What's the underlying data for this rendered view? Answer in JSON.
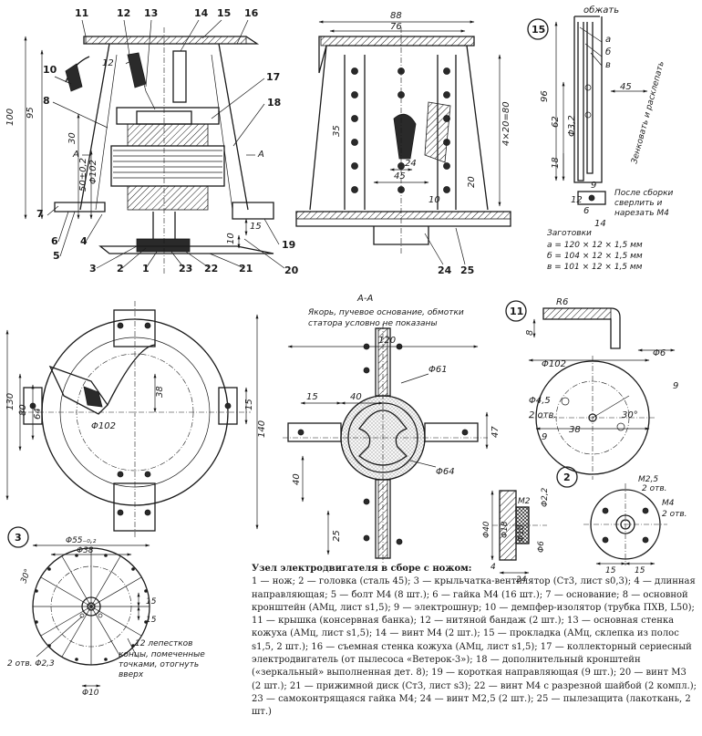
{
  "legend": {
    "title": "Узел электродвигателя в сборе с ножом:",
    "body": "1 — нож; 2 — головка (сталь 45); 3 — крыльчатка-вентилятор (Ст3, лист s0,3); 4 — длинная направляющая; 5 — болт М4 (8 шт.); 6 — гайка М4 (16 шт.); 7 — основание; 8 — основной кронштейн (АМц, лист s1,5); 9 — электрошнур; 10 — демпфер-изолятор (трубка ПХВ, L50); 11 — крышка (консервная банка); 12 — нитяной бандаж (2 шт.); 13 — основная стенка кожуха (АМц, лист s1,5); 14 — винт М4 (2 шт.); 15 — прокладка (АМц, склепка из полос s1,5, 2 шт.); 16 — съемная стенка кожуха (АМц, лист s1,5); 17 — коллекторный сериесный электродвигатель (от пылесоса «Ветерок-3»); 18 — дополнительный кронштейн («зеркальный» выполненная дет. 8); 19 — короткая направляющая (9 шт.); 20 — винт М3 (2 шт.); 21 — прижимной диск (Ст3, лист s3); 22 — винт М4 с разрезной шайбой (2 компл.); 23 — самоконтрящаяся гайка М4; 24 — винт М2,5 (2 шт.); 25 — пылезащита (лакоткань, 2 шт.)"
  },
  "main_view": {
    "callouts": [
      "11",
      "12",
      "13",
      "14",
      "15",
      "16",
      "17",
      "18",
      "10",
      "8",
      "7",
      "6",
      "5",
      "4",
      "3",
      "2",
      "1",
      "23",
      "22",
      "21",
      "20",
      "19"
    ],
    "dims": [
      "100",
      "95",
      "30",
      "50",
      "Φ102",
      "12",
      "15",
      "10"
    ],
    "section_mark": "A"
  },
  "side_view": {
    "callouts": [
      "24",
      "25"
    ],
    "dims": [
      "88",
      "76",
      "35",
      "4×20=80",
      "45",
      "24",
      "20",
      "10"
    ]
  },
  "detail_15": {
    "badge": "15",
    "dims": [
      "обжать",
      "96",
      "62",
      "45",
      "18",
      "Φ3,2",
      "9",
      "12",
      "6",
      "14"
    ],
    "layer_labels": [
      "а",
      "б",
      "в"
    ],
    "notes": [
      "Зенковать и расклепать",
      "После сборки сверлить и нарезать М4"
    ],
    "blanks_title": "Заготовки",
    "blanks": [
      "а = 120 × 12 × 1,5 мм",
      "б = 104 × 12 × 1,5 мм",
      "в = 101 × 12 × 1,5 мм"
    ]
  },
  "bottom_view": {
    "dims": [
      "130",
      "80",
      "64",
      "38",
      "Φ102",
      "15",
      "140"
    ]
  },
  "section_aa": {
    "title": "А-А",
    "note": "Якорь, пучевое основание, обмотки статора условно не показаны",
    "dims": [
      "120",
      "Φ61",
      "15",
      "40",
      "47",
      "Φ64",
      "25",
      "40"
    ]
  },
  "detail_11": {
    "badge": "11",
    "dims": [
      "R6",
      "8",
      "Φ102",
      "Φ4,5",
      "2 отв.",
      "38",
      "30°",
      "9",
      "Φ6"
    ]
  },
  "detail_2": {
    "badge": "2",
    "dims": [
      "M2",
      "M2,5",
      "2 отв.",
      "M4",
      "2 отв.",
      "Φ2,2",
      "Φ40",
      "Φ18",
      "Φ10",
      "Φ6",
      "4",
      "24",
      "15",
      "15"
    ]
  },
  "detail_3": {
    "badge": "3",
    "dims": [
      "Φ55₋₀,₂",
      "Φ38",
      "30°",
      "15",
      "15",
      "2 отв. Φ2,3",
      "Φ10"
    ],
    "note": "12 лепестков концы, помеченные точками, отогнуть вверх"
  }
}
